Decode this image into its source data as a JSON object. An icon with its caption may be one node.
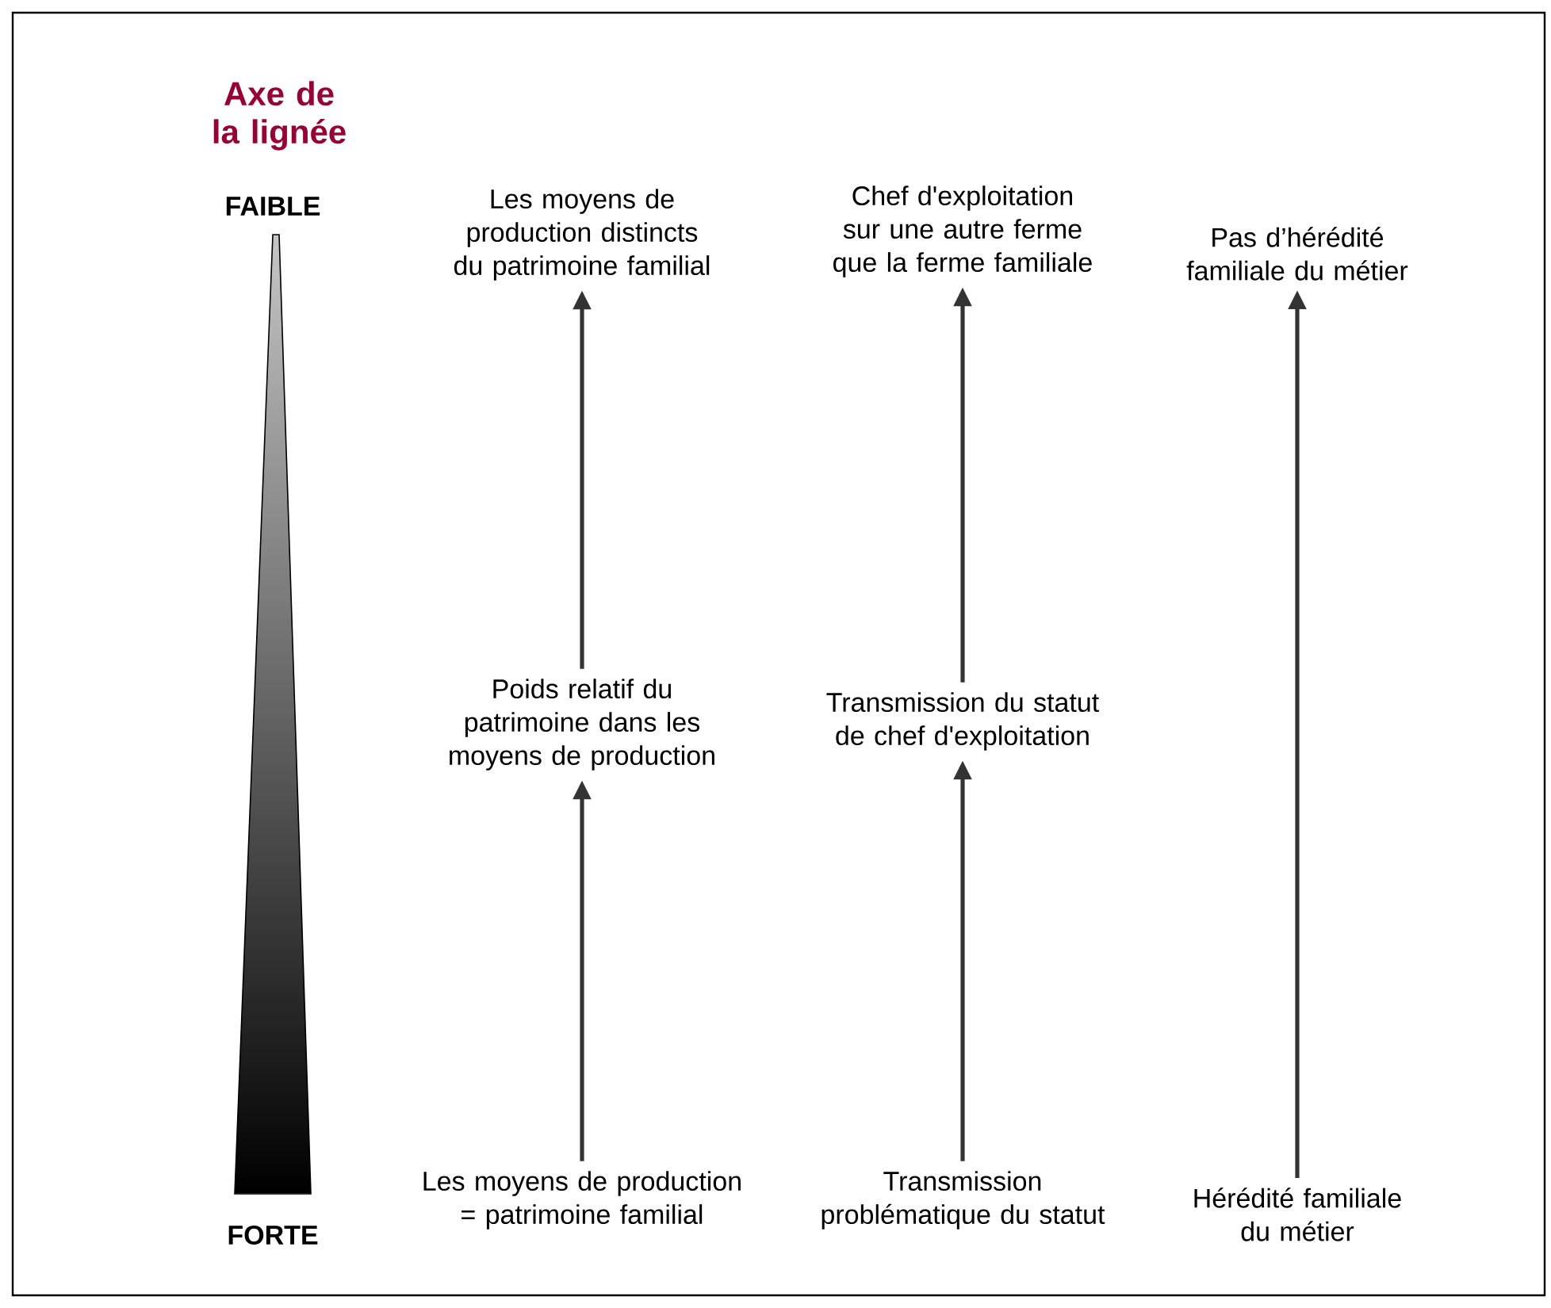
{
  "diagram": {
    "title": "Axe de la lignée",
    "nodes": [
      {
        "text": [
          "Les moyens de production distincts du patrimoine familial"
        ]
      },
      {
        "text": [
          "Poids relatif du patrimoine dans les moyens de production"
        ]
      },
      {
        "text": [
          "Les moyens de production = patrimoine familial"
        ]
      },
      {
        "text": [
          "Chef d'exploitation sur une autre ferme que la ferme familiale"
        ]
      },
      {
        "text": [
          "Transmission du statut de chef d'exploitation"
        ]
      },
      {
        "text": [
          "Transmission problématique du statut"
        ]
      },
      {
        "text": [
          "Pas d’hérédité familiale du métier"
        ]
      },
      {
        "text": [
          "Hérédité familiale du métier"
        ]
      }
    ],
    "edges": [
      {
        "from": 2,
        "to": 1,
        "arrow": "to"
      },
      {
        "from": 1,
        "to": 0,
        "arrow": "to"
      },
      {
        "from": 5,
        "to": 4,
        "arrow": "to"
      },
      {
        "from": 4,
        "to": 3,
        "arrow": "to"
      },
      {
        "from": 7,
        "to": 6,
        "arrow": "to"
      }
    ],
    "labels": [
      "FAIBLE",
      "FORTE"
    ]
  }
}
